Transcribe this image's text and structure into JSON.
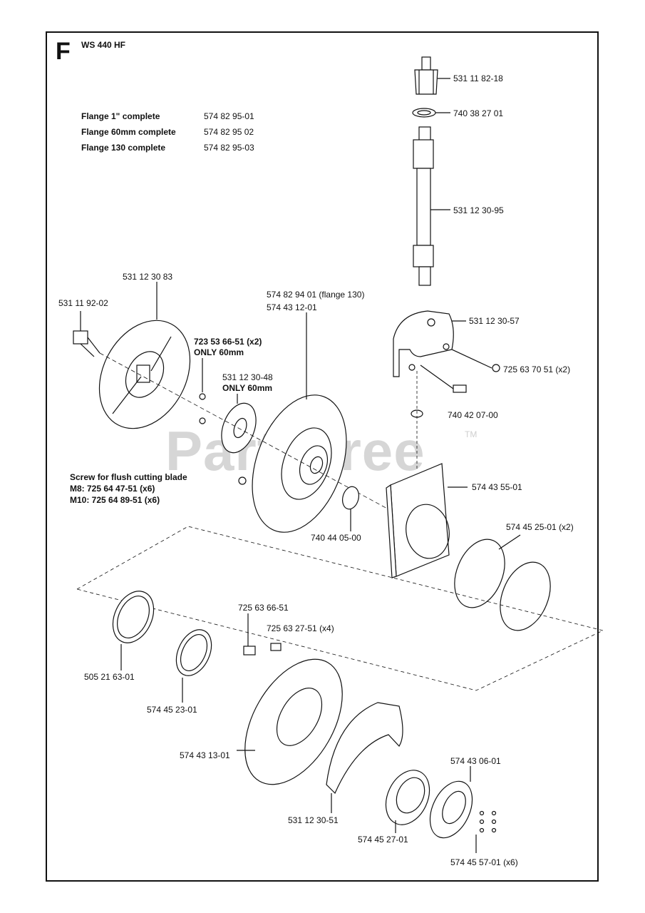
{
  "header": {
    "section_letter": "F",
    "model": "WS 440 HF"
  },
  "flange_table": [
    {
      "name": "Flange 1\" complete",
      "part": "574 82 95-01"
    },
    {
      "name": "Flange 60mm complete",
      "part": "574 82 95 02"
    },
    {
      "name": "Flange 130 complete",
      "part": "574 82 95-03"
    }
  ],
  "watermark": {
    "text": "PartsTree",
    "tm": "TM"
  },
  "screw_note": {
    "title": "Screw for flush cutting blade",
    "m8": "M8:  725 64 47-51 (x6)",
    "m10": "M10: 725 64 89-51 (x6)"
  },
  "labels": {
    "p531118218": "531 11 82-18",
    "p740382701": "740 38 27 01",
    "p531123095": "531 12 30-95",
    "p531123083": "531 12 30 83",
    "p531119202": "531 11 92-02",
    "p57482940113": "574 82 94 01 (flange 130)",
    "p574431201": "574 43 12-01",
    "p531123057": "531 12 30-57",
    "p723536651a": "723 53 66-51 (x2)",
    "p723536651b": "ONLY 60mm",
    "p531123048a": "531 12 30-48",
    "p531123048b": "ONLY 60mm",
    "p725637051": "725 63 70 51 (x2)",
    "p740420700": "740 42 07-00",
    "p574435501": "574 43 55-01",
    "p574452501": "574 45 25-01 (x2)",
    "p740440500": "740 44 05-00",
    "p725636651": "725 63 66-51",
    "p725632751": "725 63 27-51 (x4)",
    "p505216301": "505 21 63-01",
    "p574452301": "574 45 23-01",
    "p574431301": "574 43 13-01",
    "p574430601": "574 43 06-01",
    "p531123051": "531 12 30-51",
    "p574452701": "574 45 27-01",
    "p574455701": "574 45 57-01 (x6)"
  }
}
